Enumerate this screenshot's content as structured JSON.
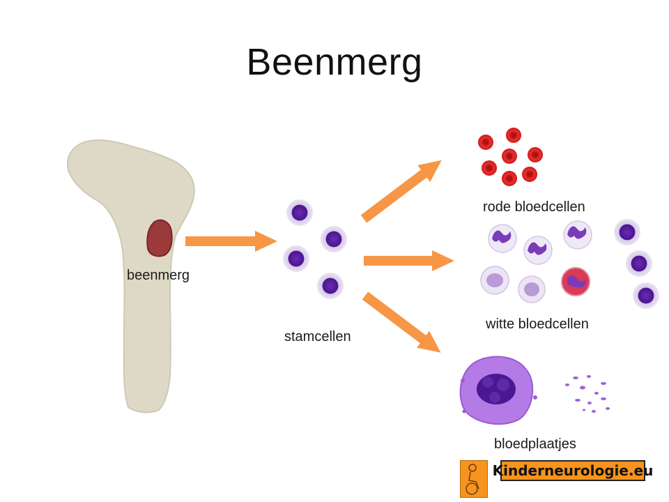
{
  "slide": {
    "title": "Beenmerg"
  },
  "labels": {
    "beenmerg": "beenmerg",
    "stamcellen": "stamcellen",
    "rode": "rode bloedcellen",
    "witte": "witte bloedcellen",
    "plaatjes": "bloedplaatjes"
  },
  "logo": {
    "text": "Kinderneurologie.eu",
    "icon": "child-wheelchair-icon"
  },
  "colors": {
    "bone": "#ded9c6",
    "marrow": "#9b3a3a",
    "arrow": "#f79646",
    "stem_cell": "#5b1e9a",
    "red_cell": "#e02020",
    "platelet": "#a060d8",
    "logo_bg": "#f7941d"
  }
}
